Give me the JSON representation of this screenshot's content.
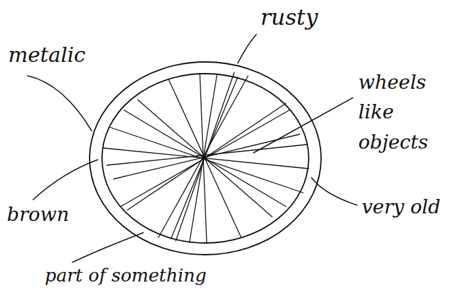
{
  "diagram": {
    "labels": [
      "rusty",
      "metalic",
      "wheels like objects",
      "brown",
      "very old",
      "part of something"
    ]
  }
}
